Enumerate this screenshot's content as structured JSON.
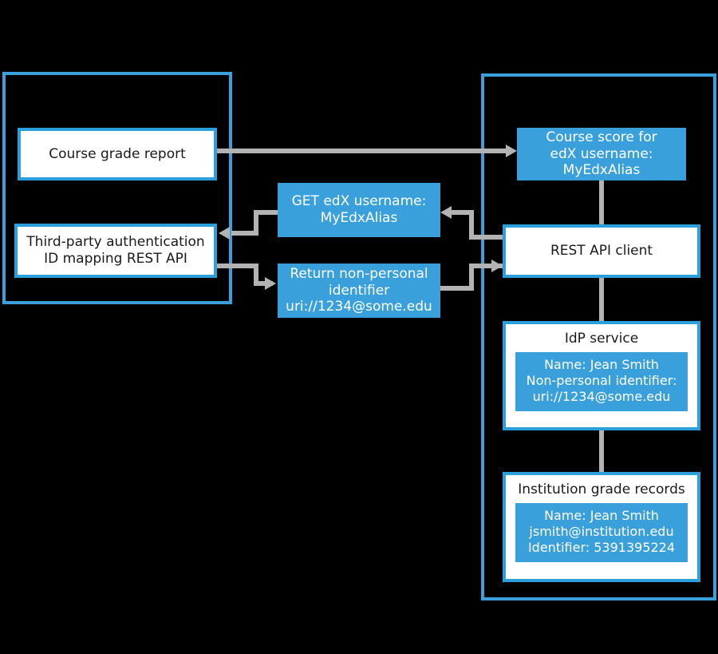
{
  "diagram": {
    "title": "edX third-party ID mapping and grade reporting flow",
    "colors": {
      "background": "#000000",
      "accent_blue": "#3aa0dc",
      "border_blue": "#2a9fdc",
      "box_white": "#ffffff",
      "connector_gray": "#b3b3b3",
      "text_dark": "#1a1a1a",
      "text_light": "#ffffff"
    },
    "groups": [
      {
        "id": "edx-platform-group",
        "label": ""
      },
      {
        "id": "institution-group",
        "label": ""
      }
    ],
    "nodes": {
      "course_grade_report": "Course grade report",
      "third_party_api_line1": "Third-party authentication",
      "third_party_api_line2": "ID mapping REST API",
      "get_edx_username_line1": "GET edX username:",
      "get_edx_username_line2": "MyEdxAlias",
      "return_identifier_line1": "Return non-personal",
      "return_identifier_line2": "identifier",
      "return_identifier_line3": "uri://1234@some.edu",
      "course_score_line1": "Course score for",
      "course_score_line2": "edX username:",
      "course_score_line3": "MyEdxAlias",
      "rest_api_client": "REST API client",
      "idp_service_title": "IdP service",
      "idp_service_line1": "Name: Jean Smith",
      "idp_service_line2": "Non-personal identifier:",
      "idp_service_line3": "uri://1234@some.edu",
      "institution_records_title": "Institution grade records",
      "institution_records_line1": "Name: Jean Smith",
      "institution_records_line2": "jsmith@institution.edu",
      "institution_records_line3": "Identifier: 5391395224"
    }
  }
}
